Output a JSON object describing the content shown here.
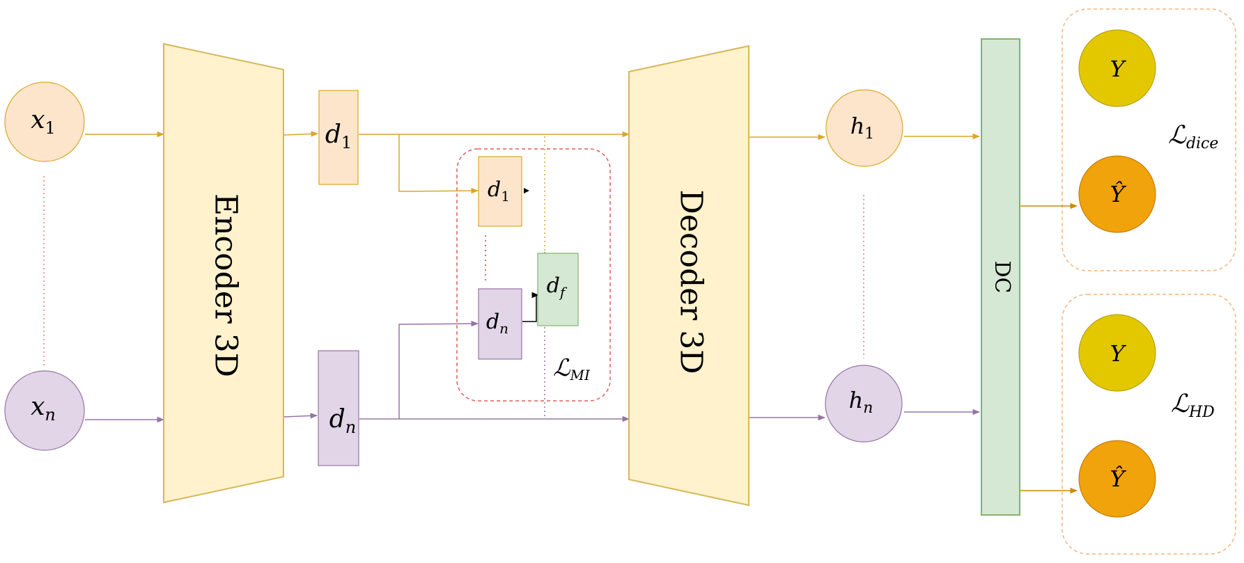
{
  "inputs": {
    "x1": {
      "base": "x",
      "sub": "1"
    },
    "xn": {
      "base": "x",
      "sub": "n"
    }
  },
  "encoder": {
    "label": "Encoder 3D"
  },
  "decoder": {
    "label": "Decoder 3D"
  },
  "features": {
    "d1": {
      "base": "d",
      "sub": "1"
    },
    "dn": {
      "base": "d",
      "sub": "n"
    },
    "df": {
      "base": "d",
      "sub": "f"
    }
  },
  "mi_box": {
    "d1": {
      "base": "d",
      "sub": "1"
    },
    "dn": {
      "base": "d",
      "sub": "n"
    },
    "loss": {
      "base": "ℒ",
      "sub": "MI"
    }
  },
  "hidden": {
    "h1": {
      "base": "h",
      "sub": "1"
    },
    "hn": {
      "base": "h",
      "sub": "n"
    }
  },
  "dc": {
    "label": "DC"
  },
  "outputs": {
    "top": {
      "y": "Y",
      "yhat": "Ŷ",
      "loss": {
        "base": "ℒ",
        "sub": "dice"
      }
    },
    "bottom": {
      "y": "Y",
      "yhat": "Ŷ",
      "loss": {
        "base": "ℒ",
        "sub": "HD"
      }
    }
  },
  "colors": {
    "orange_fill": "#fde5cc",
    "orange_stroke": "#d9a629",
    "purple_fill": "#e1d5e7",
    "purple_stroke": "#9673a6",
    "yellow_fill": "#fff2cc",
    "yellow_stroke": "#d6b656",
    "green_fill": "#d5e8d4",
    "green_stroke": "#82b366",
    "gold_fill": "#e3c800",
    "amber_fill": "#f0a30a",
    "dash_red": "#e05a5a",
    "dash_orange": "#f5b27a"
  }
}
